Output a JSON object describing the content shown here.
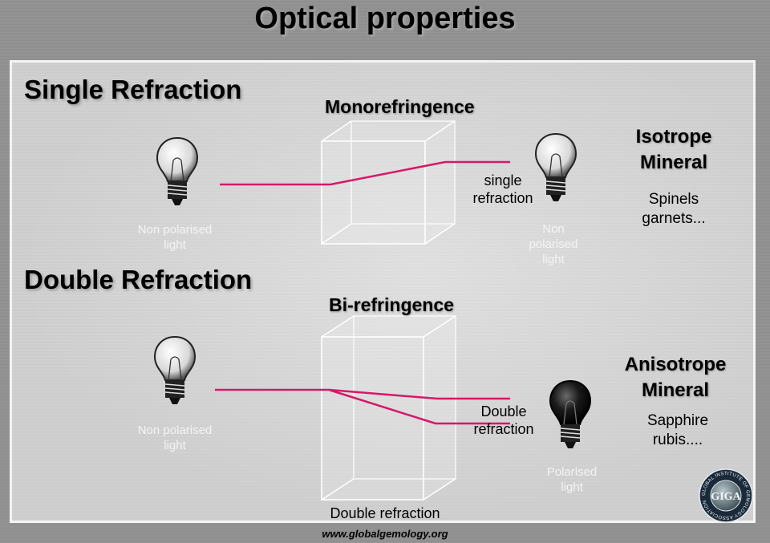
{
  "title": "Optical properties",
  "footer": "www.globalgemology.org",
  "single": {
    "heading": "Single Refraction",
    "crystal_label": "Monorefringence",
    "input_light": "Non polarised light",
    "output_label_lines": [
      "single",
      "refraction"
    ],
    "output_light_lines": [
      "Non",
      "polarised",
      "light"
    ],
    "mineral_lines": [
      "Isotrope",
      "Mineral"
    ],
    "example_lines": [
      "Spinels",
      "garnets..."
    ]
  },
  "double": {
    "heading": "Double Refraction",
    "crystal_label": "Bi-refringence",
    "input_light_lines": [
      "Non polarised",
      "light"
    ],
    "output_label_lines": [
      "Double",
      "refraction"
    ],
    "output_light_lines": [
      "Polarised",
      "light"
    ],
    "crystal_caption": "Double refraction",
    "mineral_lines": [
      "Anisotrope",
      "Mineral"
    ],
    "example_lines": [
      "Sapphire",
      "rubis...."
    ]
  },
  "logo": {
    "text": "GLOBAL INSTITUTE OF GEMOLOGY ASSOCIATION",
    "initials": "GIGA"
  },
  "colors": {
    "ray": "#d6186b",
    "bulb_dark": "#111111",
    "label_white": "#f4f4f4"
  },
  "icons": [
    "light-bulb-icon",
    "dark-light-bulb-icon",
    "logo-seal-icon"
  ]
}
